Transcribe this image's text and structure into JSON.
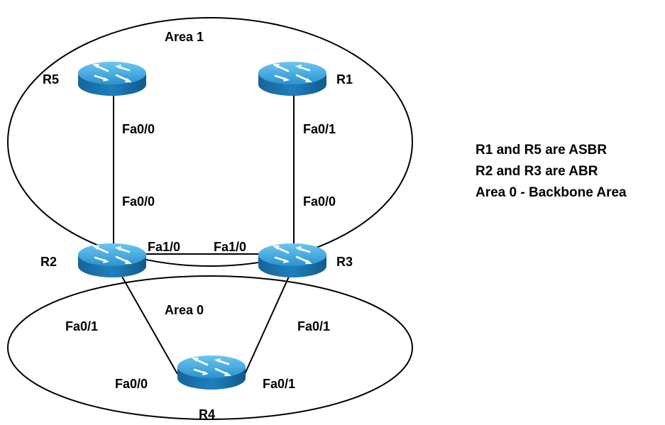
{
  "areas": {
    "area1": "Area 1",
    "area0": "Area 0"
  },
  "routers": {
    "r1": "R1",
    "r2": "R2",
    "r3": "R3",
    "r4": "R4",
    "r5": "R5"
  },
  "interfaces": {
    "r5_down": "Fa0/0",
    "r2_up": "Fa0/0",
    "r1_down": "Fa0/1",
    "r3_up": "Fa0/0",
    "r2_right": "Fa1/0",
    "r3_left": "Fa1/0",
    "r2_down": "Fa0/1",
    "r3_down": "Fa0/1",
    "r4_left": "Fa0/0",
    "r4_right": "Fa0/1"
  },
  "notes": [
    "R1 and R5 are ASBR",
    "R2 and R3 are ABR",
    "Area 0 - Backbone Area"
  ],
  "colors": {
    "router_top": "#2f9fd8",
    "router_side": "#1a6fa8",
    "line": "#000000"
  },
  "icons": {
    "router": "router-icon"
  }
}
